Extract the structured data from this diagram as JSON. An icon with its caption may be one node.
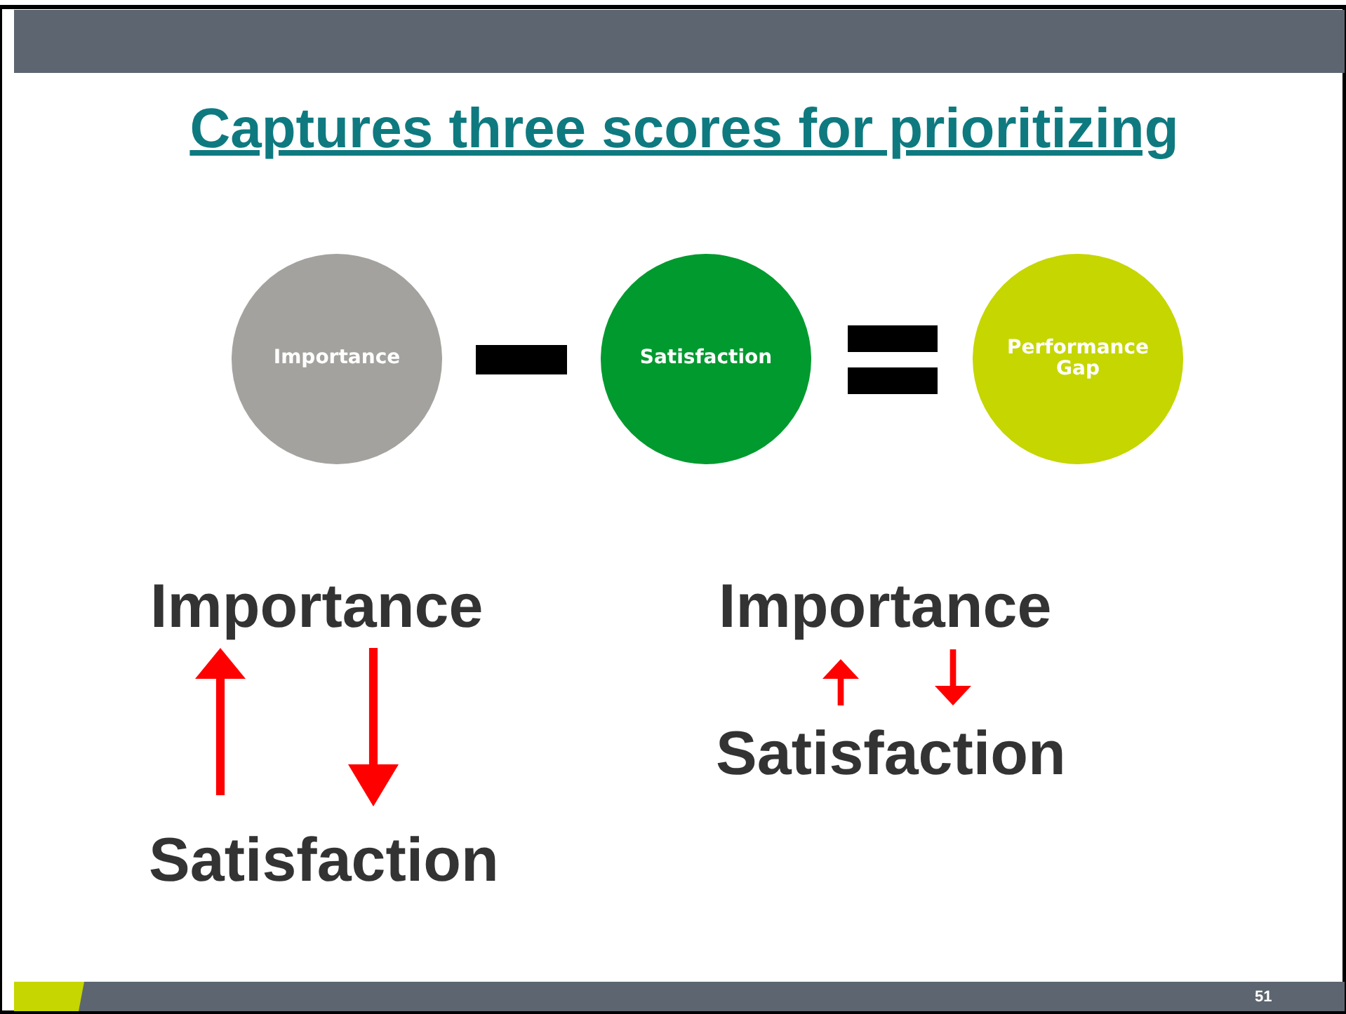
{
  "diagram": {
    "title": "Captures three scores for prioritizing",
    "nodes": [
      {
        "text": [
          "Importance"
        ]
      },
      {
        "text": [
          "Satisfaction"
        ]
      },
      {
        "text": [
          "Performance Gap"
        ]
      }
    ],
    "edges": [],
    "labels": [
      "Importance",
      "Importance",
      "Satisfaction",
      "Satisfaction",
      "51"
    ]
  }
}
